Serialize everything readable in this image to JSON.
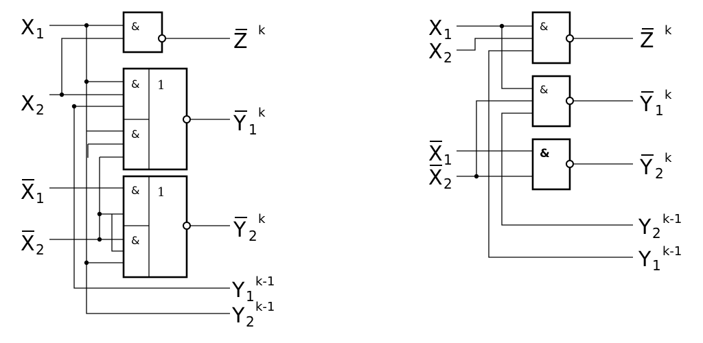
{
  "gates": {
    "and_symbol": "&",
    "or_symbol": "1"
  },
  "left": {
    "inputs": [
      {
        "letter": "X",
        "sub": "1",
        "inverted": false
      },
      {
        "letter": "X",
        "sub": "2",
        "inverted": false
      },
      {
        "letter": "X",
        "sub": "1",
        "inverted": true
      },
      {
        "letter": "X",
        "sub": "2",
        "inverted": true
      }
    ],
    "outputs": [
      {
        "letter": "Z",
        "sub": "",
        "sup": "k",
        "inverted": true
      },
      {
        "letter": "Y",
        "sub": "1",
        "sup": "k",
        "inverted": true
      },
      {
        "letter": "Y",
        "sub": "2",
        "sup": "k",
        "inverted": true
      }
    ],
    "feedback": [
      {
        "letter": "Y",
        "sub": "1",
        "sup": "k-1",
        "inverted": false
      },
      {
        "letter": "Y",
        "sub": "2",
        "sup": "k-1",
        "inverted": false
      }
    ]
  },
  "right": {
    "inputs": [
      {
        "letter": "X",
        "sub": "1",
        "inverted": false
      },
      {
        "letter": "X",
        "sub": "2",
        "inverted": false
      },
      {
        "letter": "X",
        "sub": "1",
        "inverted": true
      },
      {
        "letter": "X",
        "sub": "2",
        "inverted": true
      }
    ],
    "outputs": [
      {
        "letter": "Z",
        "sub": "",
        "sup": "k",
        "inverted": true
      },
      {
        "letter": "Y",
        "sub": "1",
        "sup": "k",
        "inverted": true
      },
      {
        "letter": "Y",
        "sub": "2",
        "sup": "k",
        "inverted": true
      }
    ],
    "feedback": [
      {
        "letter": "Y",
        "sub": "2",
        "sup": "k-1",
        "inverted": false
      },
      {
        "letter": "Y",
        "sub": "1",
        "sup": "k-1",
        "inverted": false
      }
    ]
  }
}
